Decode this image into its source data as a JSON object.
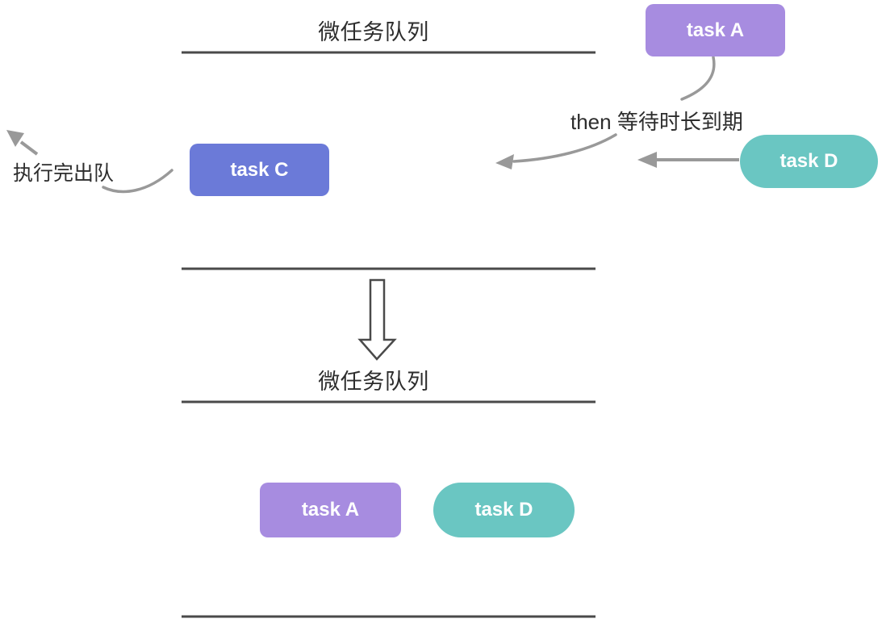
{
  "diagram": {
    "titles": {
      "top_queue": "微任务队列",
      "bottom_queue": "微任务队列"
    },
    "annotations": {
      "then_wait": "then 等待时长到期",
      "dequeue_after_run": "执行完出队"
    },
    "tasks": {
      "top_task_a": "task A",
      "task_c": "task C",
      "top_task_d": "task D",
      "bottom_task_a": "task A",
      "bottom_task_d": "task D"
    },
    "colors": {
      "task_purple": "#a78ce0",
      "task_indigo": "#6b7ad8",
      "task_teal": "#6ac6c2",
      "queue_line": "#4a4a4a",
      "arrow_gray": "#999999",
      "text_dark": "#2d2d2d",
      "task_text": "#ffffff"
    }
  }
}
